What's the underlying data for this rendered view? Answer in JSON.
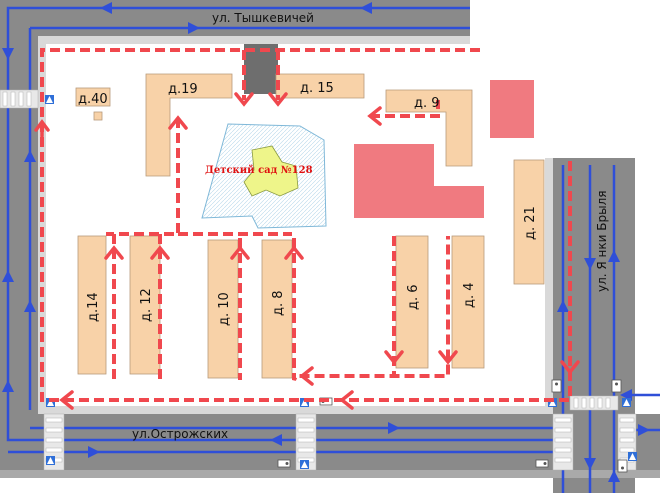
{
  "streets": {
    "top": "ул. Тышкевичей",
    "bottom": "ул.Острожских",
    "right": "ул. Я нки Брыля"
  },
  "kindergarten": "Детский сад №128",
  "buildings": {
    "b19": "д.19",
    "b15": "д. 15",
    "b9": "д. 9",
    "b40": "д.40",
    "b21": "д. 21",
    "b14": "д.14",
    "b12": "д. 12",
    "b10": "д. 10",
    "b8": "д. 8",
    "b6": "д. 6",
    "b4": "д. 4"
  },
  "colors": {
    "road": "#8a8a8a",
    "road_dark": "#6e6e6e",
    "traffic_line": "#2f4fd8",
    "walk_route": "#f0484e",
    "building": "#f8d2a8",
    "building_edge": "#b89a7a",
    "commercial": "#f07a80",
    "kindergarten_zone": "#d8eef8",
    "kindergarten_building": "#eef58a"
  }
}
